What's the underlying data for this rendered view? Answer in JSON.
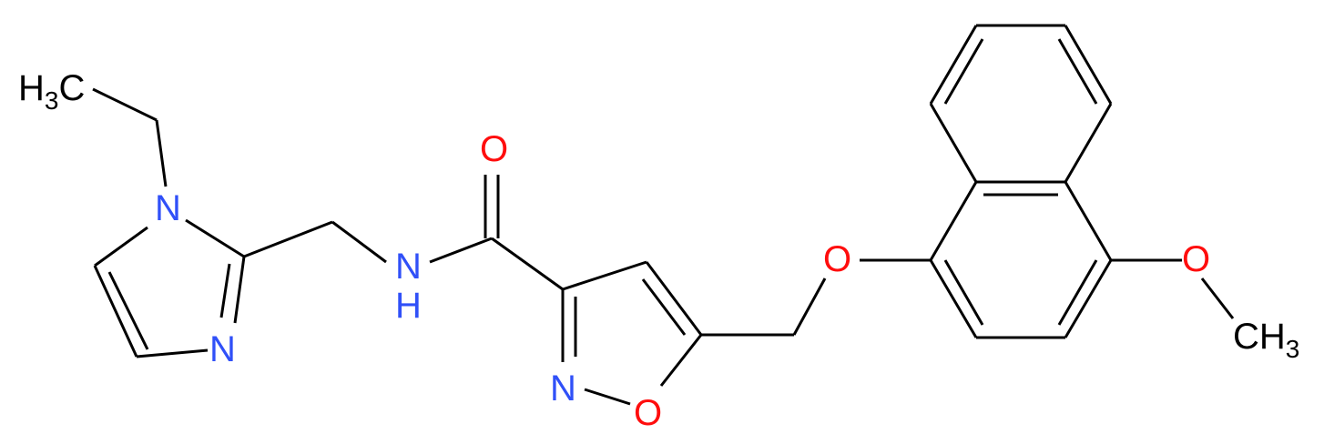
{
  "colors": {
    "bond": "#000000",
    "carbon": "#000000",
    "nitrogen": "#3050F8",
    "oxygen": "#FF0D0D"
  },
  "labels": {
    "ch3_top": {
      "main": "H",
      "sub": "3",
      "tail": "C"
    },
    "n_imidazole_1": "N",
    "n_imidazole_3": "N",
    "n_amide": "N",
    "h_amide": "H",
    "o_carbonyl": "O",
    "n_isoxazole": "N",
    "o_isoxazole": "O",
    "o_ether": "O",
    "o_methoxy": "O",
    "ch3_bottom": {
      "main": "CH",
      "sub": "3"
    }
  }
}
